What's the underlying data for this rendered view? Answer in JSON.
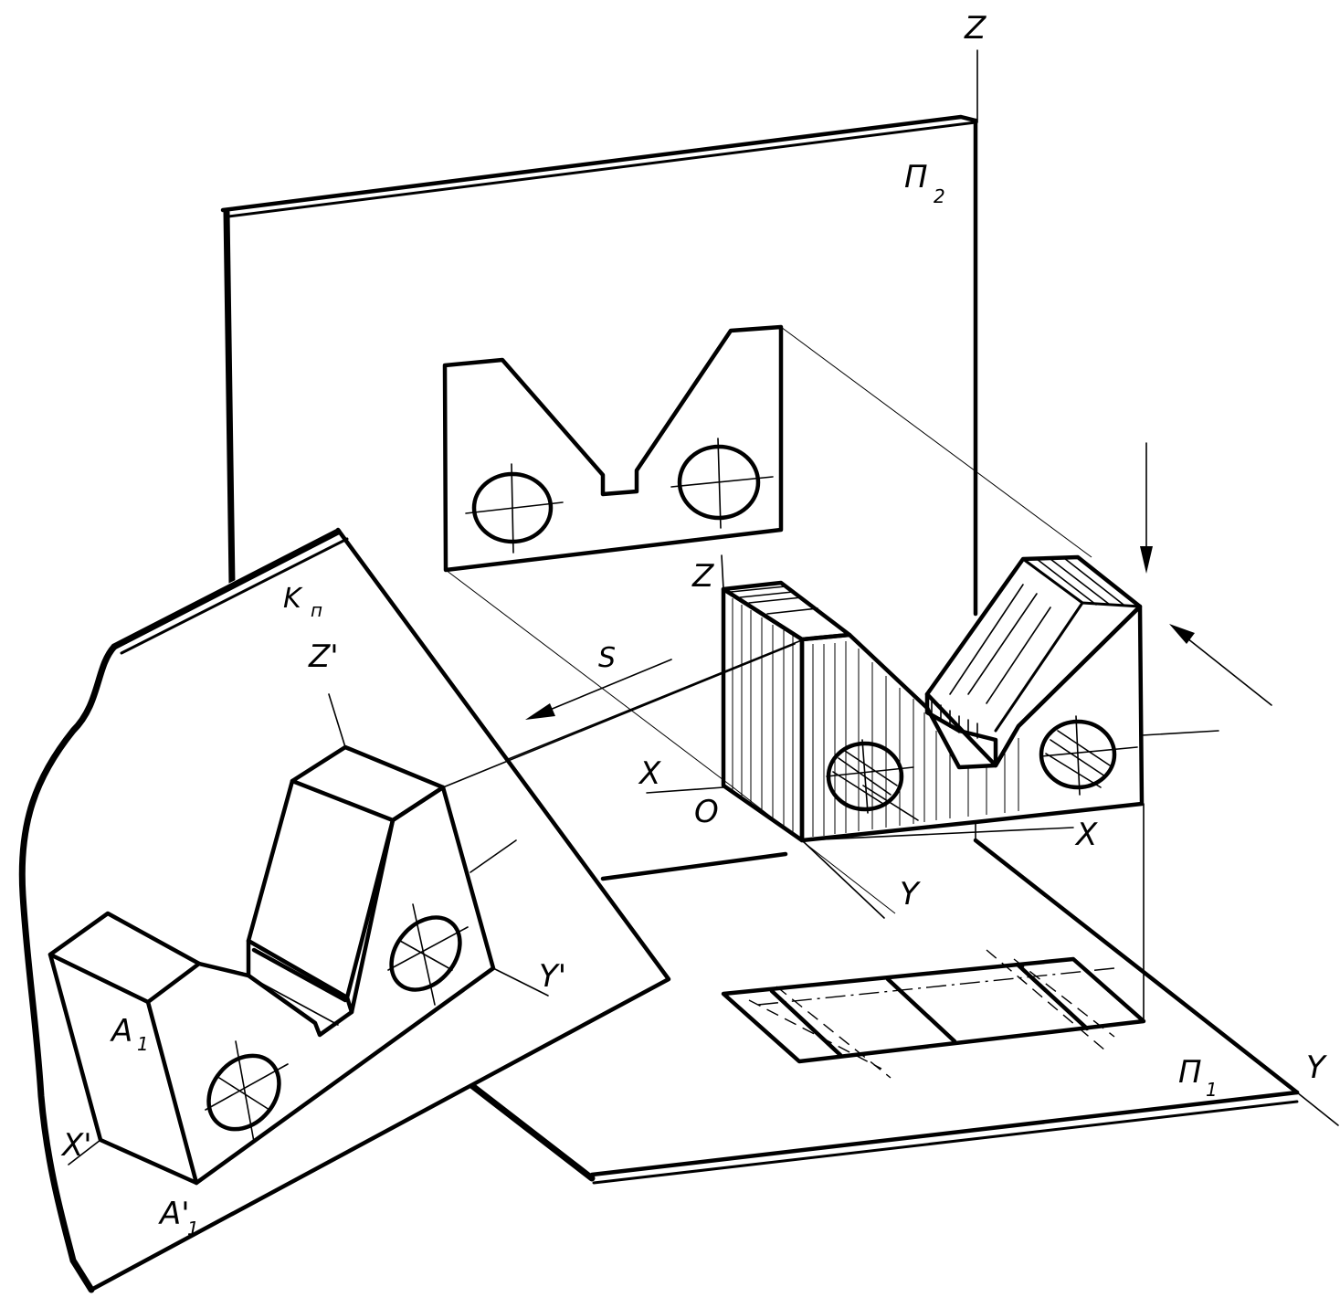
{
  "labels": {
    "z_top": "Z",
    "pi2": "П",
    "pi2_sub": "2",
    "pi1": "П",
    "pi1_sub": "1",
    "k": "K",
    "k_sub": "п",
    "z_prime": "Z'",
    "y_prime": "Y'",
    "x_prime": "X'",
    "a1": "A",
    "a1_sub": "1",
    "a1_prime": "A'",
    "a1_prime_sub": "1",
    "s": "S",
    "z_local": "Z",
    "x_left": "X",
    "origin": "O",
    "y_local": "Y",
    "x_right": "X",
    "y_bottom": "Y"
  }
}
